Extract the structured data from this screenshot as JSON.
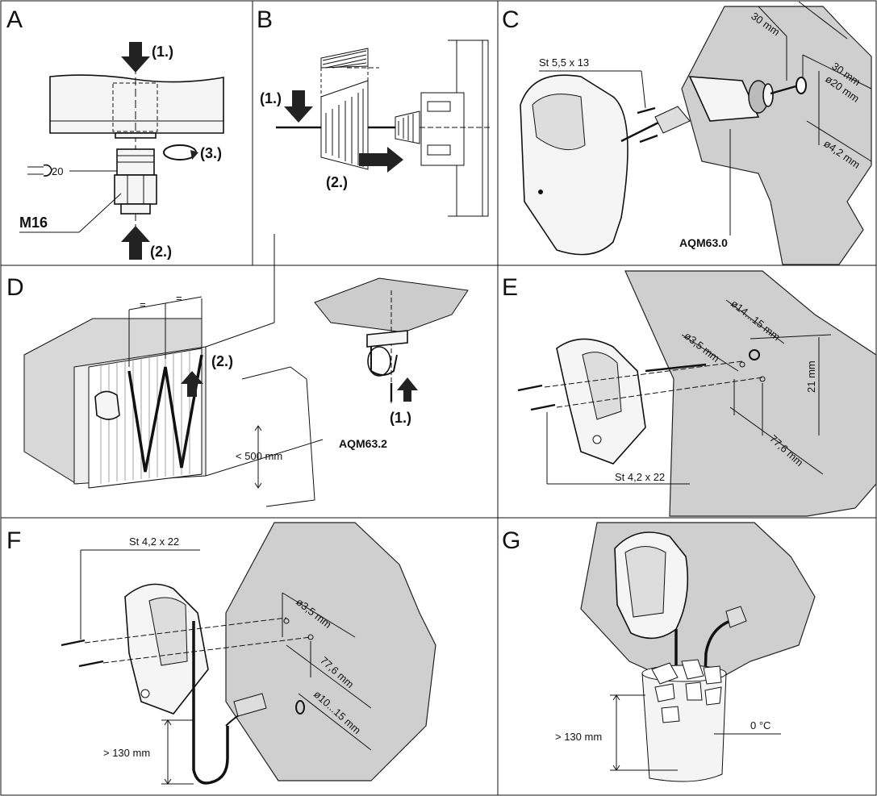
{
  "panels": {
    "A": {
      "letter": "A",
      "step1": "(1.)",
      "step2": "(2.)",
      "step3": "(3.)",
      "wrench": "20",
      "thread": "M16"
    },
    "B": {
      "letter": "B",
      "step1": "(1.)",
      "step2": "(2.)"
    },
    "C": {
      "letter": "C",
      "screw": "St 5,5 x 13",
      "d1": "30 mm",
      "d2": "30 mm",
      "d3": "ø20 mm",
      "d4": "ø4,2 mm",
      "model": "AQM63.0"
    },
    "D": {
      "letter": "D",
      "eq1": "=",
      "eq2": "=",
      "step2": "(2.)",
      "step1": "(1.)",
      "spacing": "< 500 mm",
      "model": "AQM63.2"
    },
    "E": {
      "letter": "E",
      "d1": "ø14...15 mm",
      "d2": "ø3,5 mm",
      "d3": "21 mm",
      "d4": "77,6 mm",
      "screw": "St 4,2 x 22"
    },
    "F": {
      "letter": "F",
      "screw": "St 4,2 x 22",
      "d1": "ø3,5 mm",
      "d2": "77,6 mm",
      "d3": "ø10...15 mm",
      "depth": "> 130 mm"
    },
    "G": {
      "letter": "G",
      "depth": "> 130 mm",
      "temp": "0 °C"
    }
  },
  "colors": {
    "line": "#111111",
    "wall": "#cfcfcf",
    "device": "#f5f5f5"
  }
}
